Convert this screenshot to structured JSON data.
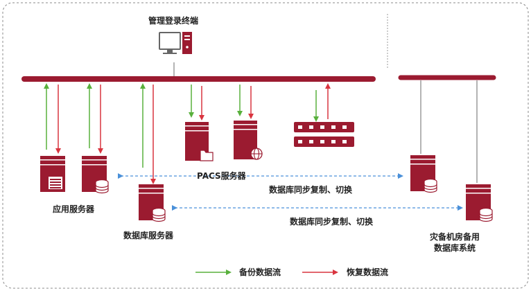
{
  "labels": {
    "admin_terminal": "管理登录终端",
    "pacs_servers": "PACS服务器",
    "app_servers": "应用服务器",
    "db_server": "数据库服务器",
    "sync_upper": "数据库同步复制、切换",
    "sync_lower": "数据库同步复制、切换",
    "dr_line1": "灾备机房备用",
    "dr_line2": "数据库系统"
  },
  "legend": {
    "backup_flow": "备份数据流",
    "restore_flow": "恢复数据流"
  },
  "colors": {
    "brand": "#9b1b30",
    "gray": "#9a9a9a",
    "green": "#58b03c",
    "red": "#d9343f",
    "dash_blue": "#4a90d9",
    "border": "#8a8a8a"
  }
}
